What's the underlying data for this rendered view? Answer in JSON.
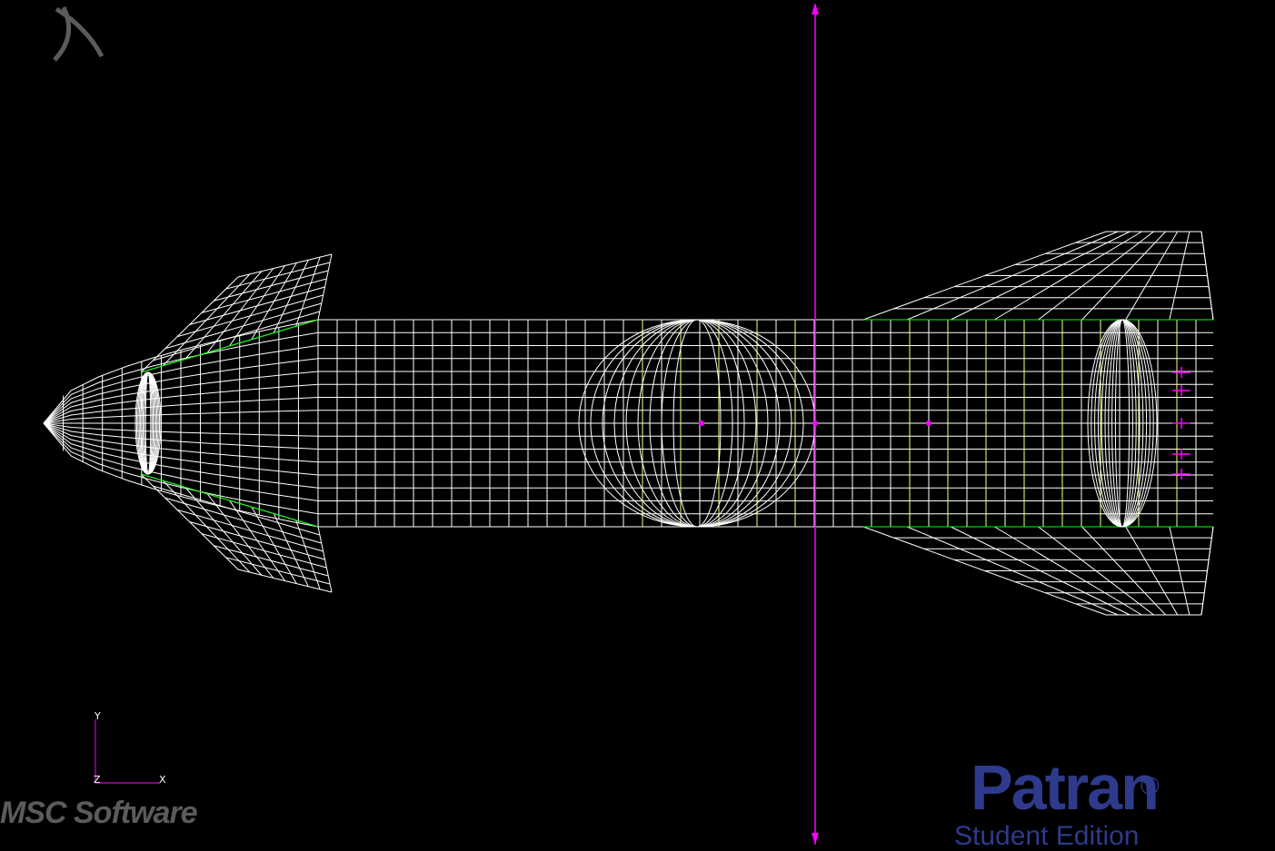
{
  "viewport": {
    "background": "#000000",
    "mesh_color": "#ffffff",
    "mesh_accent_color": "#ffff80",
    "edge_color": "#00ff00",
    "axis_color": "#ff00ff"
  },
  "triad": {
    "y_label": "Y",
    "z_label": "Z",
    "x_label": "X"
  },
  "branding": {
    "msc_text": "MSC Software",
    "msc_mark_icon": "msc-x-mark-icon",
    "patran_name": "Patran",
    "patran_reg": "®",
    "patran_edition": "Student Edition",
    "patran_color": "#2e3a8c"
  }
}
